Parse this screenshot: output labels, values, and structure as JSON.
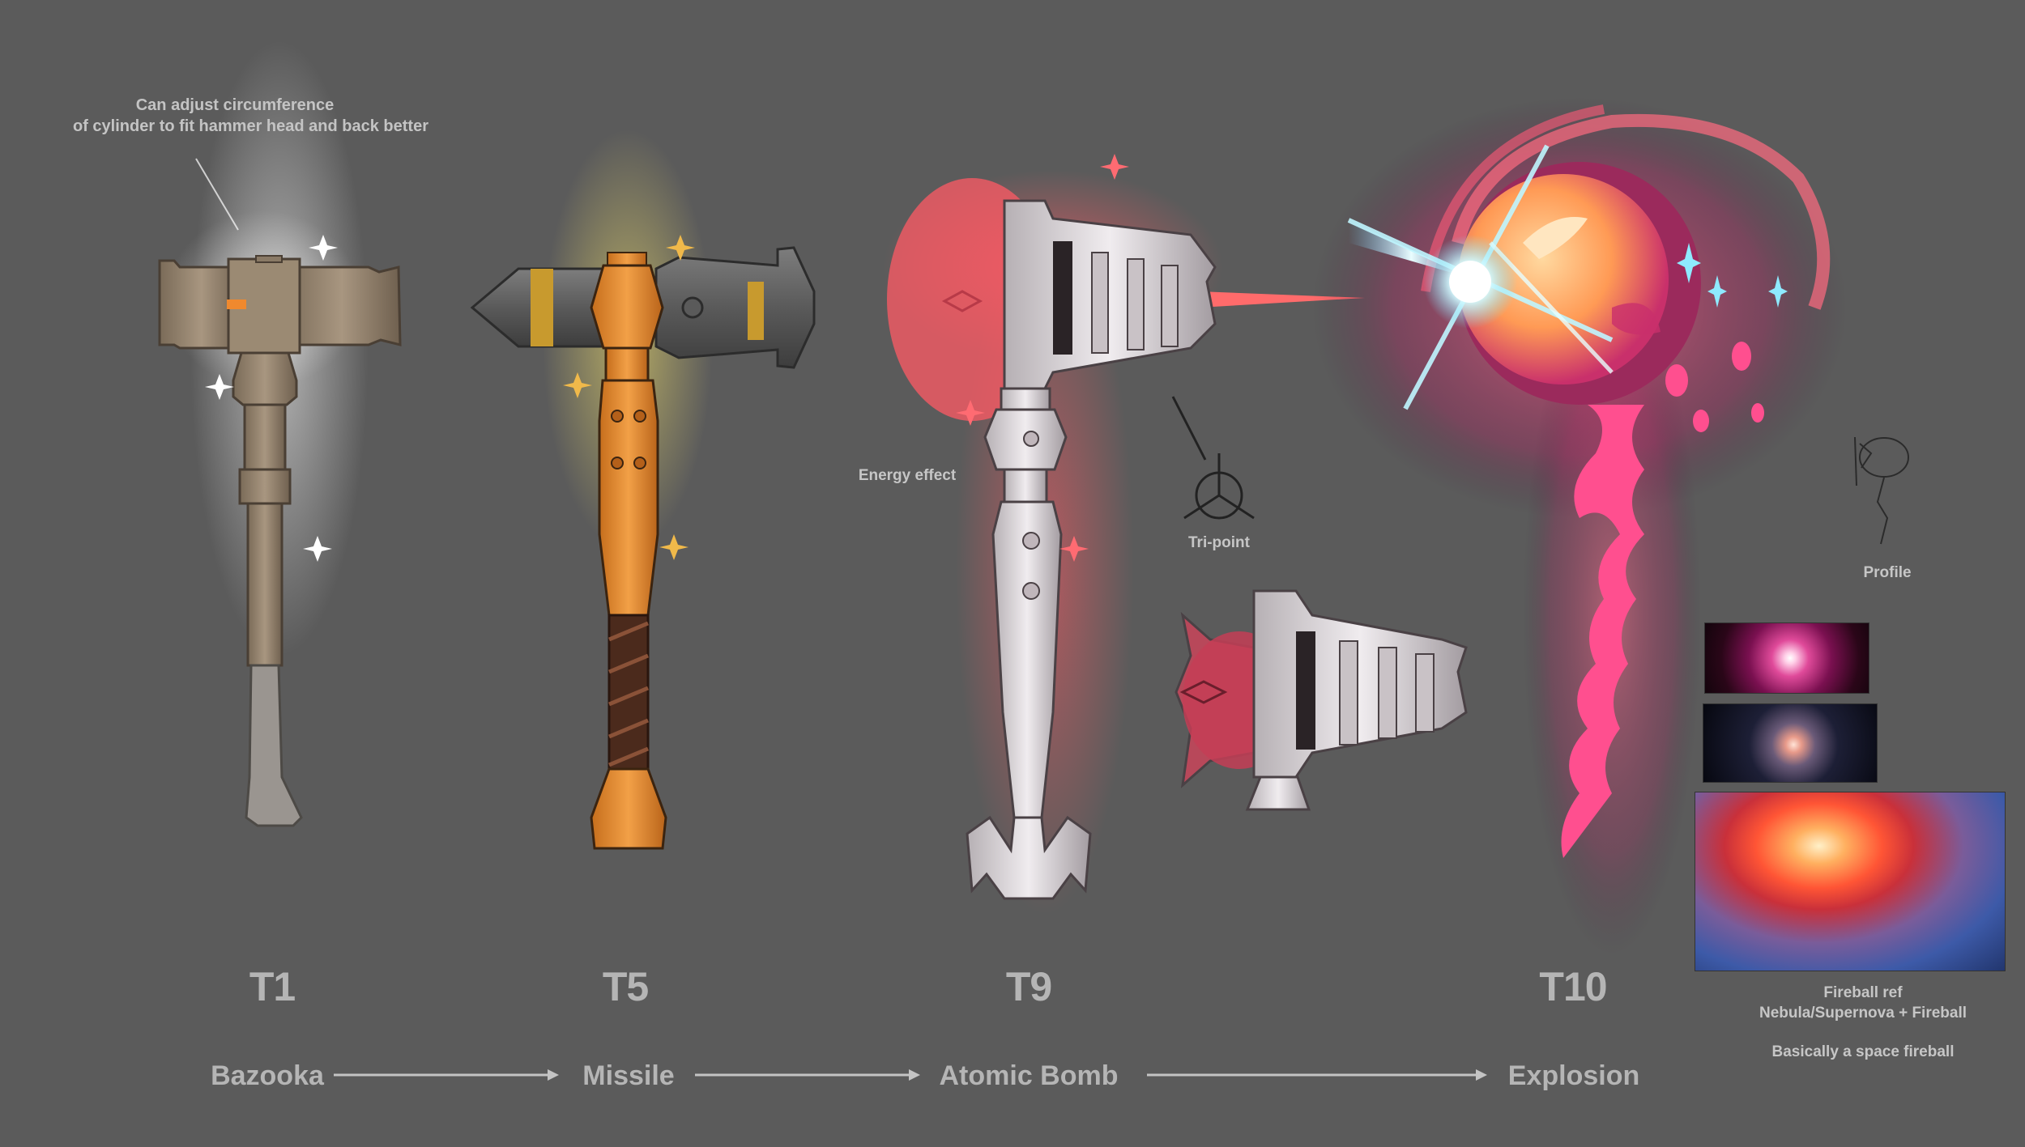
{
  "annotations": {
    "circumference_line1": "Can adjust circumference",
    "circumference_line2": "of cylinder to fit hammer head and back better",
    "energy_effect": "Energy effect",
    "tri_point": "Tri-point",
    "profile": "Profile",
    "fireball_ref": "Fireball ref",
    "fireball_sources": "Nebula/Supernova + Fireball",
    "space_fireball": "Basically a space fireball"
  },
  "tiers": [
    {
      "tier": "T1",
      "stage": "Bazooka"
    },
    {
      "tier": "T5",
      "stage": "Missile"
    },
    {
      "tier": "T9",
      "stage": "Atomic Bomb"
    },
    {
      "tier": "T10",
      "stage": "Explosion"
    }
  ],
  "colors": {
    "background": "#5b5b5b",
    "t1_metal": "#8a7a66",
    "t5_orange": "#e0892e",
    "t9_glow": "#ff5a64",
    "t10_pink": "#ff4f8f",
    "t10_orange": "#ffa64d"
  }
}
